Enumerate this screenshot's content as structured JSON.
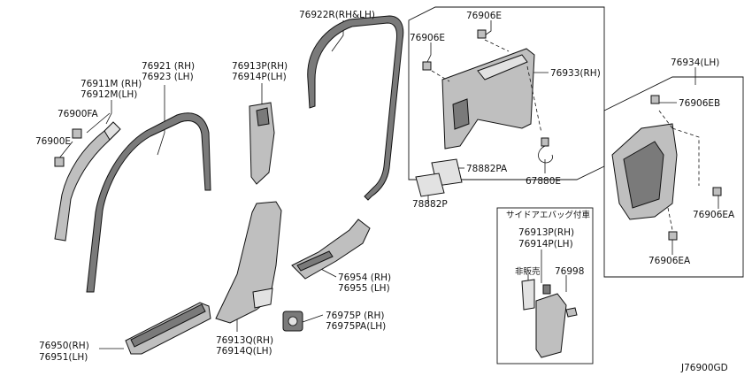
{
  "labels": {
    "p76922R": "76922R(RH&LH)",
    "p76906E_a": "76906E",
    "p76906E_b": "76906E",
    "p76933": "76933(RH)",
    "p76934": "76934(LH)",
    "p76906EB": "76906EB",
    "p76906EA_a": "76906EA",
    "p76906EA_b": "76906EA",
    "p76921": "76921 (RH)",
    "p76923": "76923 (LH)",
    "p76913P": "76913P(RH)",
    "p76914P": "76914P(LH)",
    "p76911M": "76911M (RH)",
    "p76912M": "76912M(LH)",
    "p76900FA": "76900FA",
    "p76900E": "76900E",
    "p78882PA": "78882PA",
    "p78882P": "78882P",
    "p67880E": "67880E",
    "airbag_title": "サイドアエバッグ付車",
    "p76913P_b": "76913P(RH)",
    "p76914P_b": "76914P(LH)",
    "not_for_sale": "非販売",
    "p76998": "76998",
    "p76954": "76954 (RH)",
    "p76955": "76955 (LH)",
    "p76975P": "76975P (RH)",
    "p76975PA": "76975PA(LH)",
    "p76950": "76950(RH)",
    "p76951": "76951(LH)",
    "p76913Q": "76913Q(RH)",
    "p76914Q": "76914Q(LH)",
    "diagram_code": "J76900GD"
  }
}
